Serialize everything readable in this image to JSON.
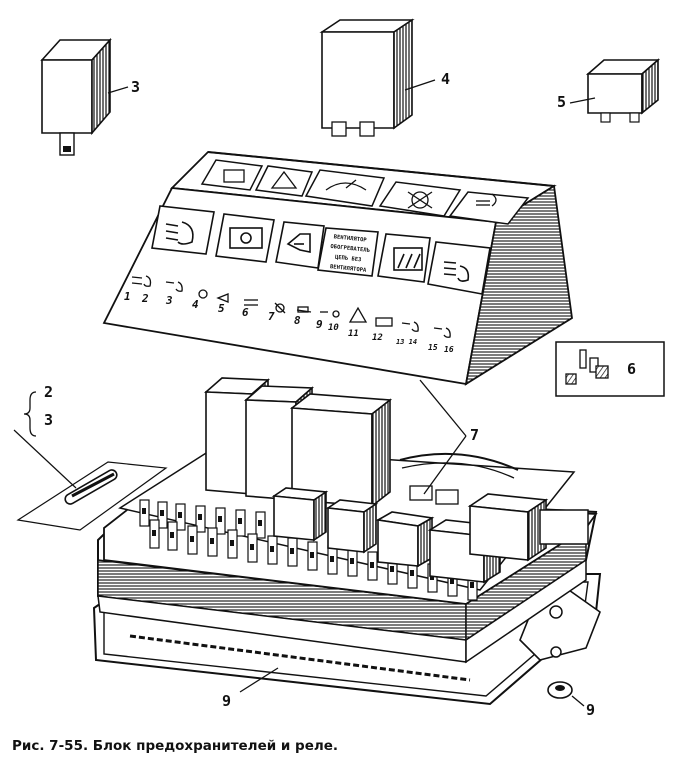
{
  "caption": "Рис. 7-55. Блок предохранителей и реле.",
  "callouts": {
    "relay_small_left": "3",
    "relay_large": "4",
    "relay_small_right": "5",
    "fuse_bracket_top": "2",
    "fuse_bracket_bottom": "3",
    "connector_inset": "6",
    "cover": "7",
    "gasket": "9",
    "nut": "9"
  },
  "cover_fuse_numbers": [
    "1",
    "2",
    "3",
    "4",
    "5",
    "6",
    "7",
    "8",
    "9",
    "10",
    "11",
    "12",
    "13",
    "14",
    "15",
    "16"
  ],
  "cover_fuse_number_groups": [
    "1",
    "2",
    "3",
    "4",
    "5",
    "6",
    "7",
    "8",
    "9",
    "10",
    "11",
    "12",
    "13 14",
    "15",
    "16"
  ],
  "cover_text_panel": [
    "ВЕНТИЛЯТОР",
    "ОБОГРЕВАТЕЛЬ",
    "ЦЕПЬ БЕЗ",
    "ВЕНТИЛЯТОРА"
  ]
}
